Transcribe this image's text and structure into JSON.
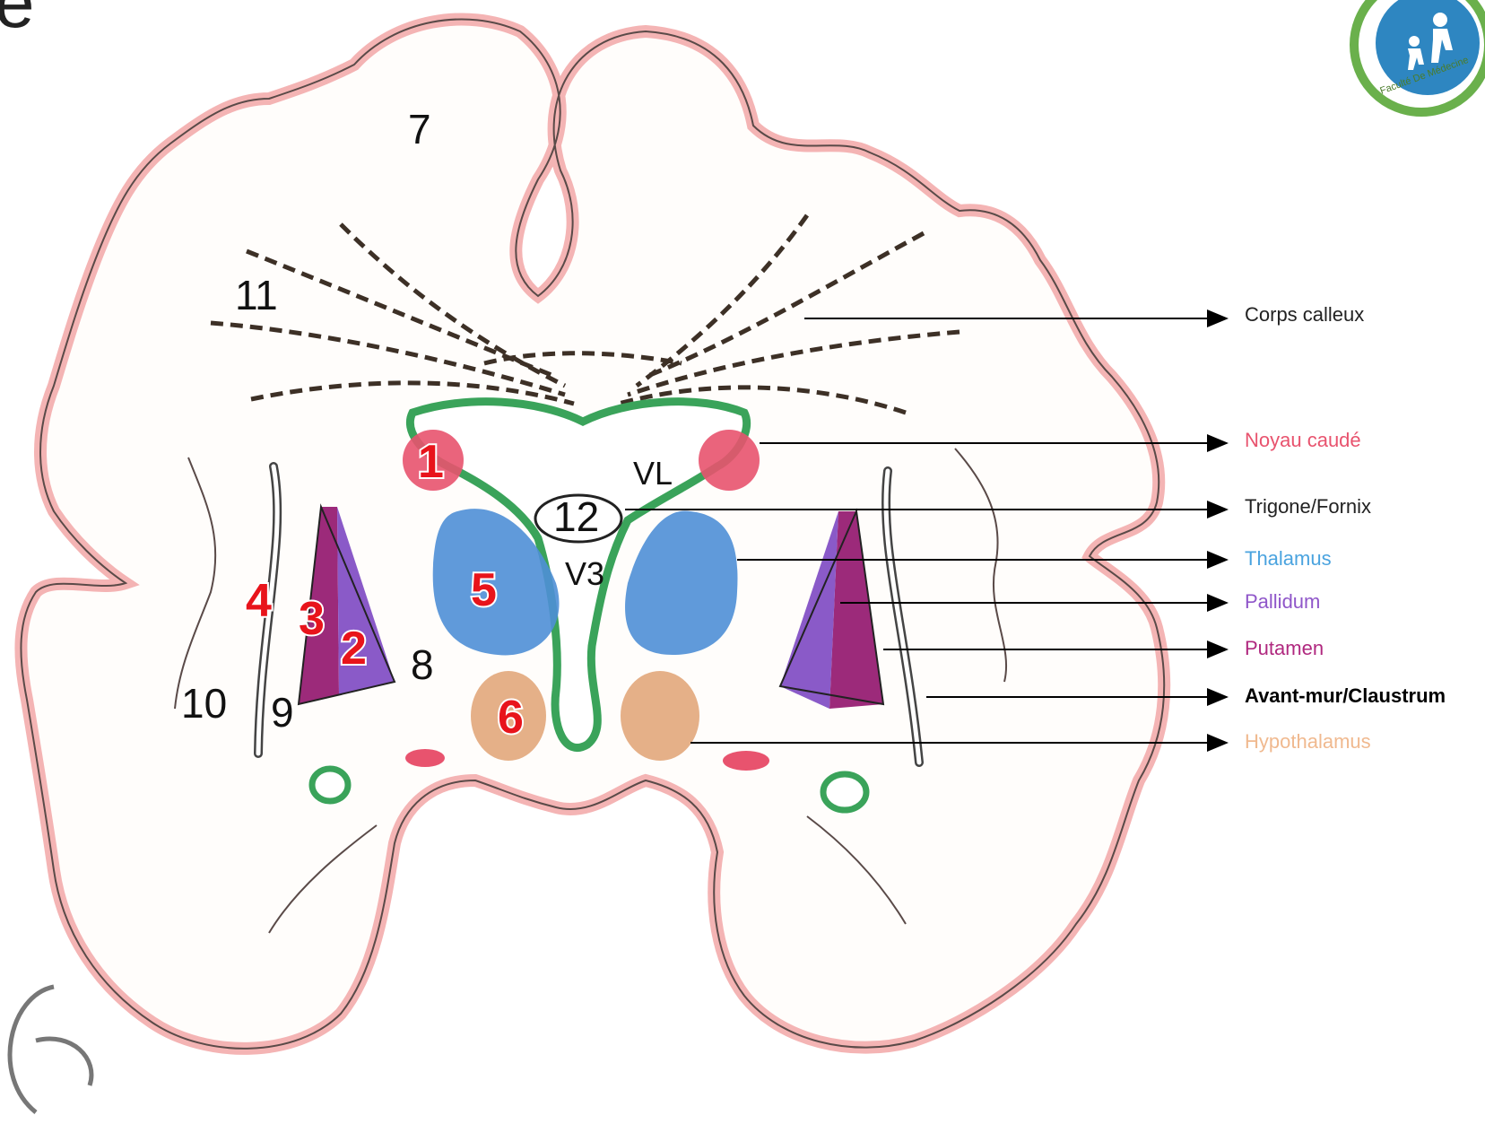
{
  "diagram": {
    "corner_letter": "e",
    "numbers": {
      "n1": "1",
      "n2": "2",
      "n3": "3",
      "n4": "4",
      "n5": "5",
      "n6": "6",
      "n7": "7",
      "n8": "8",
      "n9": "9",
      "n10": "10",
      "n11": "11",
      "n12": "12"
    },
    "inner_labels": {
      "vl": "VL",
      "v3": "V3"
    },
    "legend": [
      {
        "text": "Corps calleux",
        "color": "#222222",
        "bold": false
      },
      {
        "text": "Noyau caudé",
        "color": "#e8536e",
        "bold": false
      },
      {
        "text": "Trigone/Fornix",
        "color": "#222222",
        "bold": false
      },
      {
        "text": "Thalamus",
        "color": "#4aa3df",
        "bold": false
      },
      {
        "text": "Pallidum",
        "color": "#8f56c9",
        "bold": false
      },
      {
        "text": "Putamen",
        "color": "#b0287f",
        "bold": false
      },
      {
        "text": "Avant-mur/Claustrum",
        "color": "#000000",
        "bold": true
      },
      {
        "text": "Hypothalamus",
        "color": "#f0b98f",
        "bold": false
      }
    ],
    "logo": {
      "text": "Faculté De Médecine",
      "icon": "child-figures-icon"
    },
    "colors": {
      "cortex_outline": "#f2a7a7",
      "ventricle_outline": "#3aa35a",
      "caudate": "#e8536e",
      "thalamus": "#4f8fd6",
      "pallidum": "#8a5ac8",
      "putamen": "#9c2a7a",
      "hypothalamus": "#e2a77b"
    }
  }
}
